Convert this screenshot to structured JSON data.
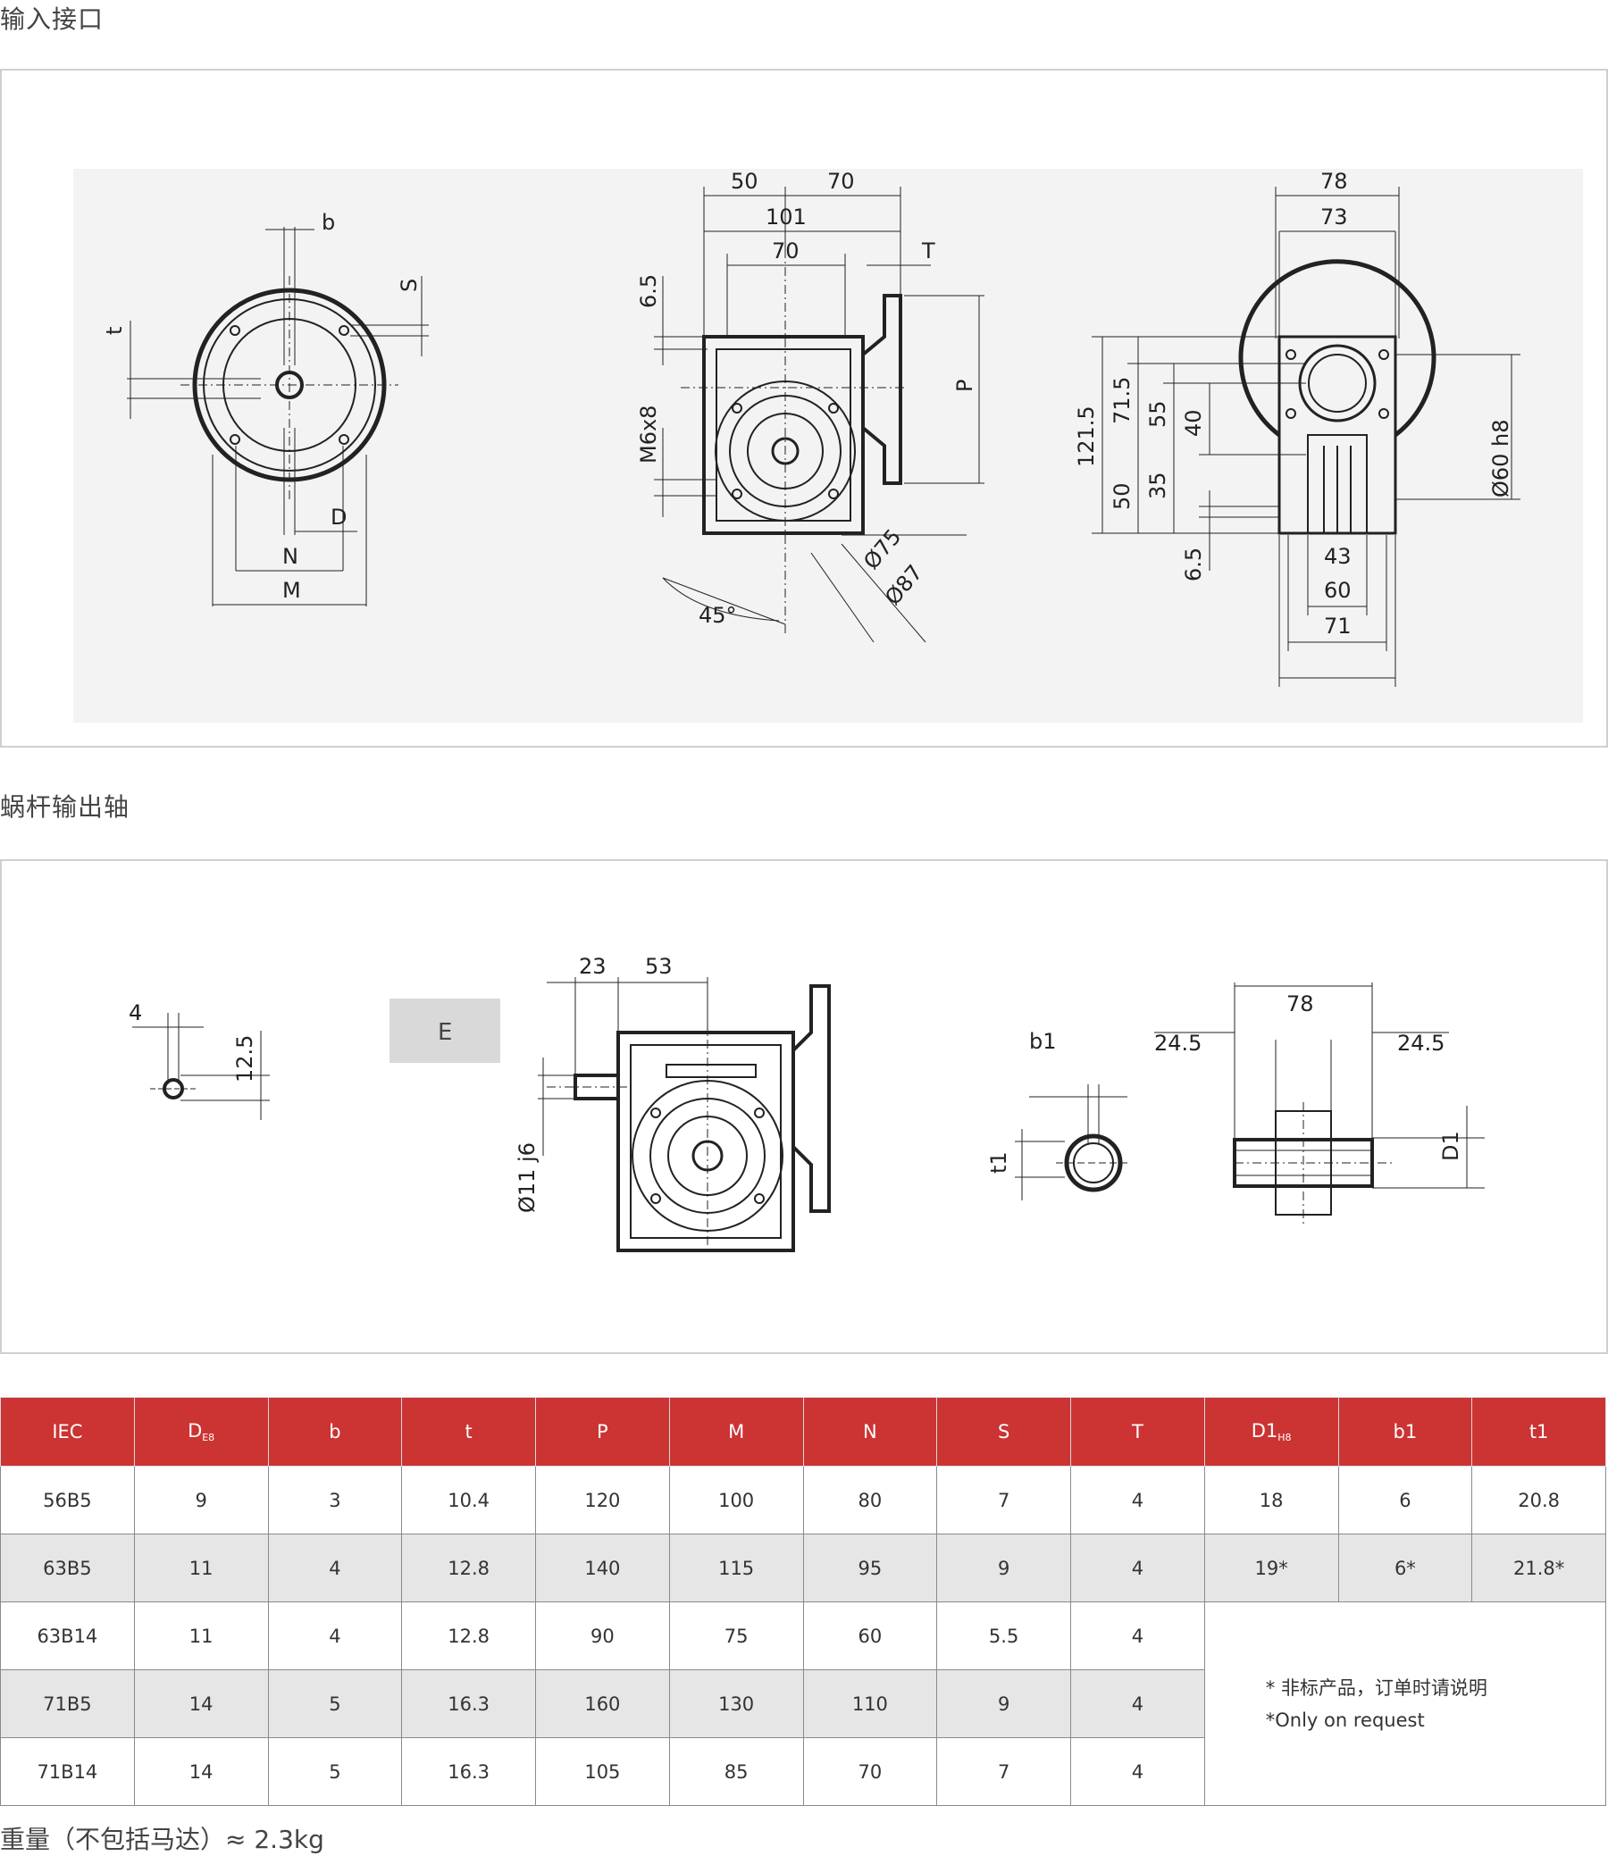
{
  "sections": {
    "input_title": "输入接口",
    "output_title": "蜗杆输出轴"
  },
  "drawing1": {
    "front": {
      "b": "b",
      "s": "S",
      "t": "t",
      "d": "D",
      "n": "N",
      "m": "M"
    },
    "side": {
      "d50": "50",
      "d70a": "70",
      "d101": "101",
      "d70b": "70",
      "t": "T",
      "d6_5": "6.5",
      "m6x8": "M6x8",
      "p": "P",
      "d75": "Ø75",
      "d87": "Ø87",
      "angle": "45°"
    },
    "rear": {
      "d78": "78",
      "d73": "73",
      "d121_5": "121.5",
      "d71_5": "71.5",
      "d55": "55",
      "d40": "40",
      "d50": "50",
      "d35": "35",
      "d6_5": "6.5",
      "d43": "43",
      "d60": "60",
      "d71": "71",
      "d60h8": "Ø60 h8"
    }
  },
  "drawing2": {
    "key": {
      "d4": "4",
      "d12_5": "12.5"
    },
    "e_label": "E",
    "mid": {
      "d23": "23",
      "d53": "53",
      "d11j6": "Ø11 j6"
    },
    "right": {
      "b1": "b1",
      "t1": "t1",
      "d24_5a": "24.5",
      "d78": "78",
      "d24_5b": "24.5",
      "d1": "D1"
    }
  },
  "table": {
    "headers": [
      "IEC",
      "D",
      "b",
      "t",
      "P",
      "M",
      "N",
      "S",
      "T",
      "D1",
      "b1",
      "t1"
    ],
    "header_subs": {
      "d": "E8",
      "d1": "H8"
    },
    "rows": [
      [
        "56B5",
        "9",
        "3",
        "10.4",
        "120",
        "100",
        "80",
        "7",
        "4",
        "18",
        "6",
        "20.8"
      ],
      [
        "63B5",
        "11",
        "4",
        "12.8",
        "140",
        "115",
        "95",
        "9",
        "4",
        "19*",
        "6*",
        "21.8*"
      ],
      [
        "63B14",
        "11",
        "4",
        "12.8",
        "90",
        "75",
        "60",
        "5.5",
        "4"
      ],
      [
        "71B5",
        "14",
        "5",
        "16.3",
        "160",
        "130",
        "110",
        "9",
        "4"
      ],
      [
        "71B14",
        "14",
        "5",
        "16.3",
        "105",
        "85",
        "70",
        "7",
        "4"
      ]
    ],
    "note_cn": "* 非标产品，订单时请说明",
    "note_en": "*Only on request"
  },
  "footer": "重量（不包括马达）≈ 2.3kg",
  "colors": {
    "header_red": "#cc3333",
    "stripe_gray": "#e6e6e6",
    "panel_border": "#cfcfcf"
  }
}
